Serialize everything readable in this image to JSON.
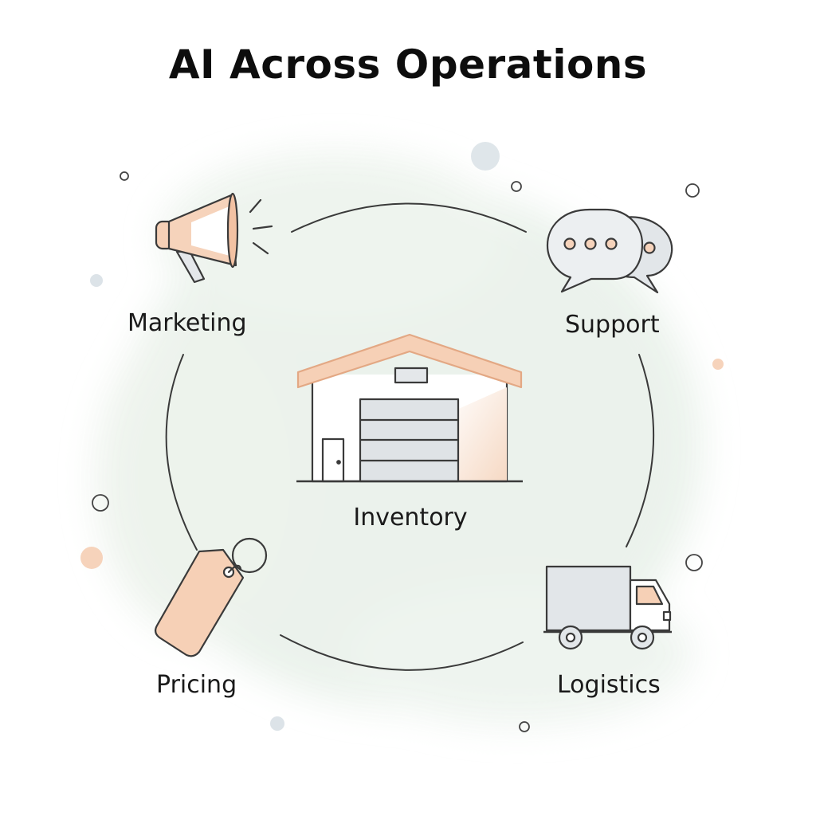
{
  "title": "AI Across Operations",
  "center": {
    "label": "Inventory",
    "icon": "warehouse-icon"
  },
  "nodes": [
    {
      "label": "Marketing",
      "icon": "megaphone-icon"
    },
    {
      "label": "Support",
      "icon": "chat-bubbles-icon"
    },
    {
      "label": "Pricing",
      "icon": "price-tag-icon"
    },
    {
      "label": "Logistics",
      "icon": "delivery-truck-icon"
    }
  ],
  "colors": {
    "accent": "#f6d0b6",
    "accent_stroke": "#e3a884",
    "line": "#3a3a3a",
    "wash": "#e9f1ea",
    "icon_fill": "#e2e5e8"
  }
}
